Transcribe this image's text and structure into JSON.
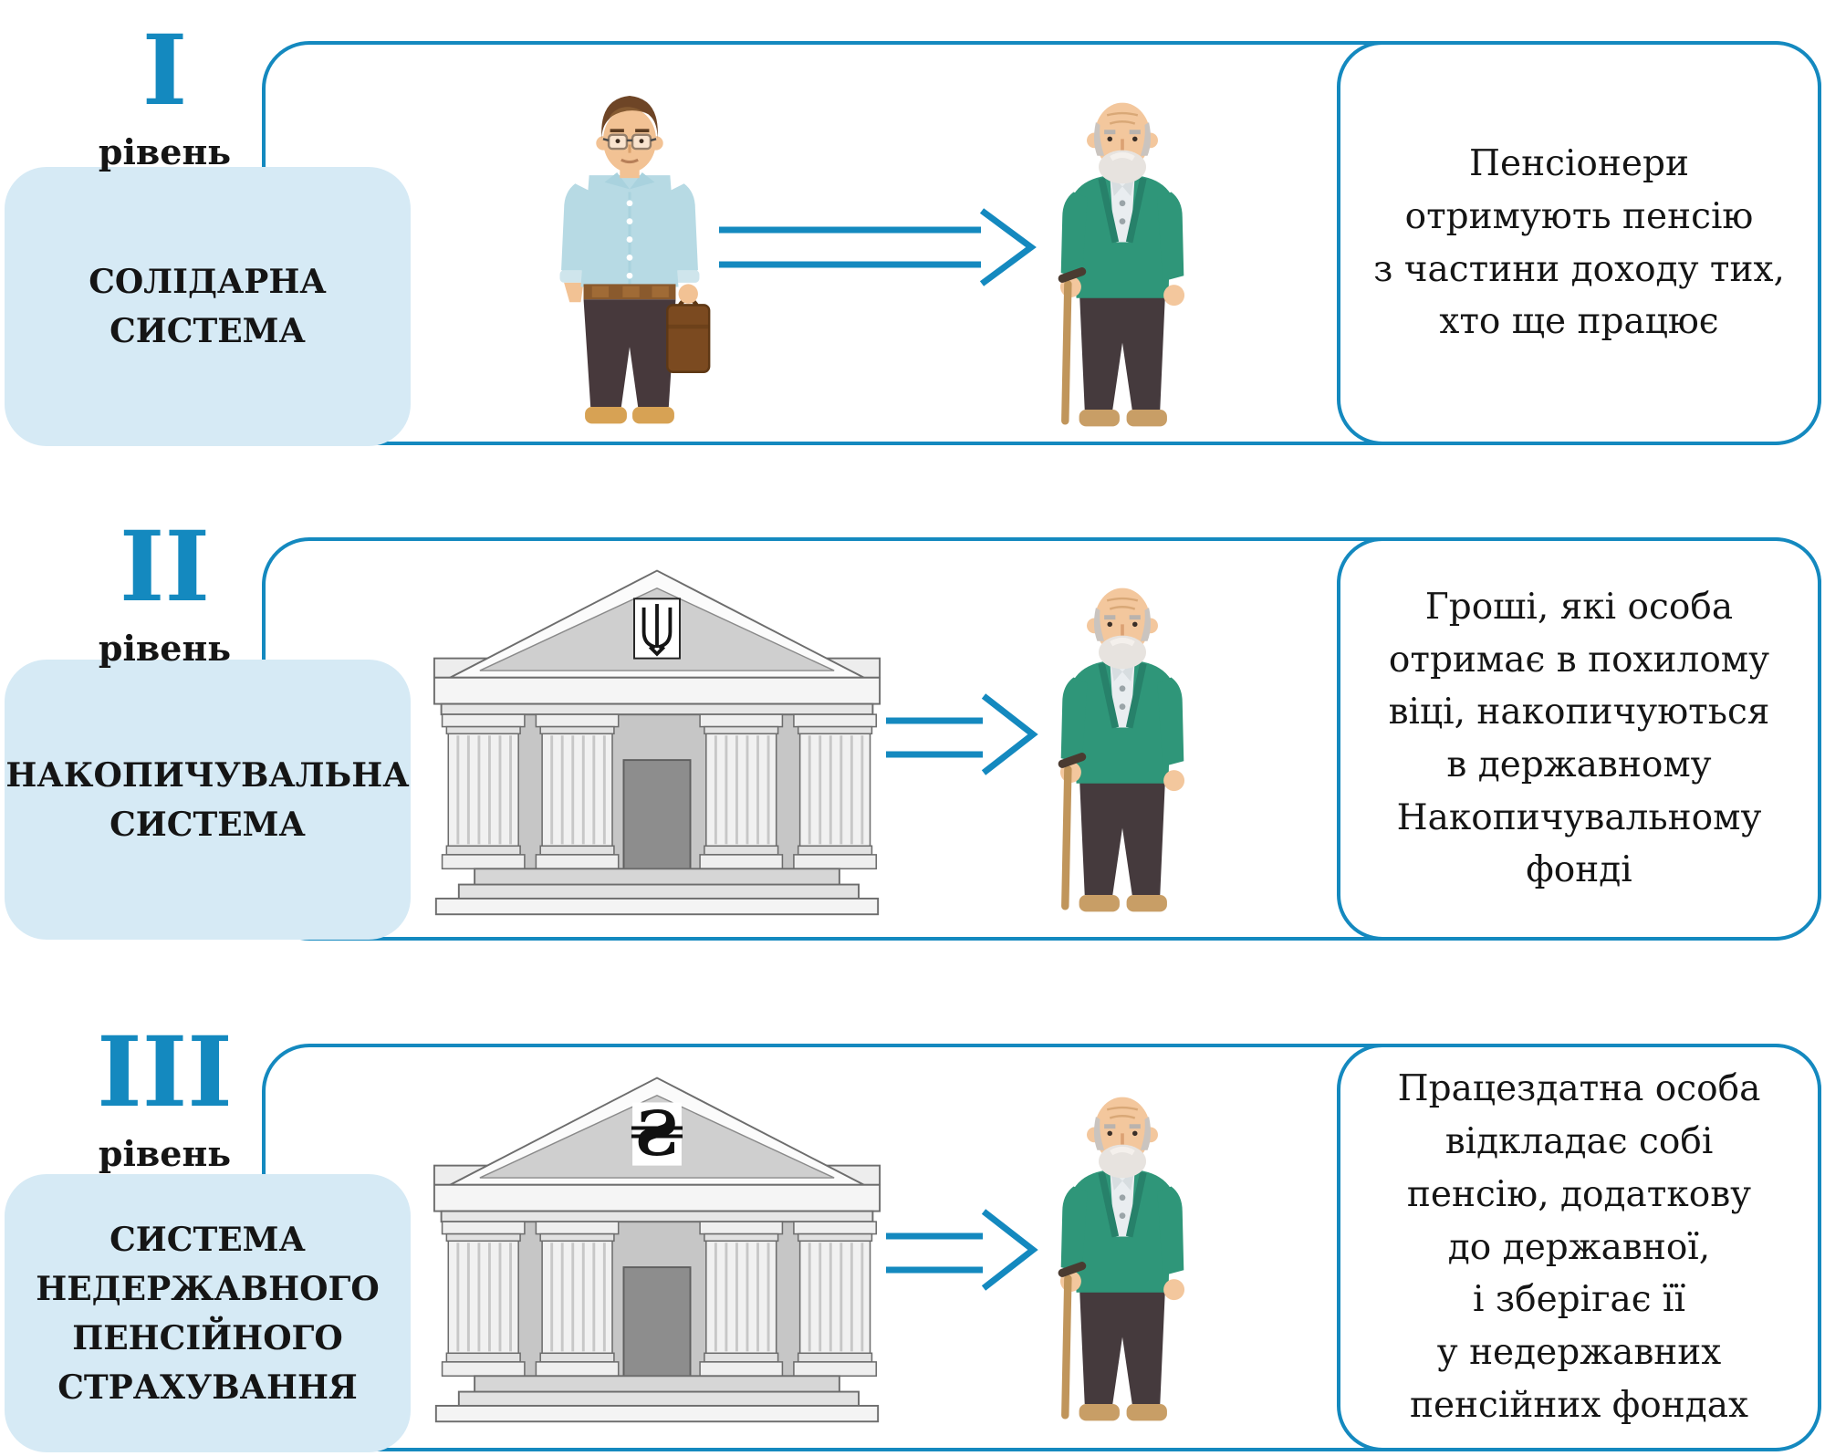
{
  "colors": {
    "accent": "#1489BF",
    "label_box_fill": "#D6EAF5",
    "text": "#151515",
    "building_gray": "#EDEDED",
    "cardigan_green": "#2F9679",
    "shirt_blue": "#B7DAE4"
  },
  "symbols": {
    "hryvnia": "₴"
  },
  "levels": [
    {
      "numeral": "I",
      "level_word": "рівень",
      "system_name": "СОЛІДАРНА\nСИСТЕМА",
      "description": "Пенсіонери\nотримують пенсію\nз частини доходу тих,\nхто ще працює",
      "left_illustration": "worker-man-icon",
      "right_illustration": "pensioner-man-icon"
    },
    {
      "numeral": "II",
      "level_word": "рівень",
      "system_name": "НАКОПИЧУВАЛЬНА\nСИСТЕМА",
      "description": "Гроші, які особа\nотримає в похилому\nвіці, накопичуються\nв державному\nНакопичувальному\nфонді",
      "left_illustration": "state-bank-tryzub-icon",
      "right_illustration": "pensioner-man-icon"
    },
    {
      "numeral": "III",
      "level_word": "рівень",
      "system_name": "СИСТЕМА\nНЕДЕРЖАВНОГО\nПЕНСІЙНОГО\nСТРАХУВАННЯ",
      "description": "Працездатна особа\nвідкладає собі\nпенсію, додаткову\nдо державної,\nі зберігає її\nу недержавних\nпенсійних фондах",
      "left_illustration": "private-bank-hryvnia-icon",
      "right_illustration": "pensioner-man-icon"
    }
  ]
}
